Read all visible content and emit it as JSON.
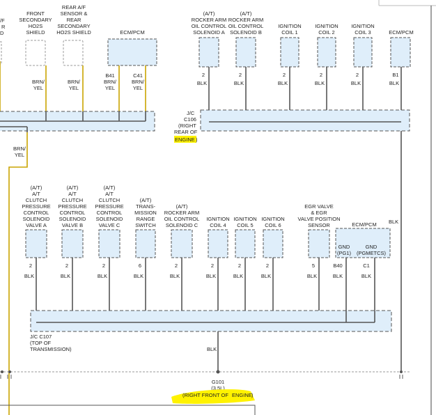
{
  "top_left": {
    "partial_labels": [
      "/F",
      "R",
      "D"
    ],
    "front_sensor": [
      "FRONT",
      "SECONDARY",
      "HO2S",
      "SHIELD"
    ],
    "rear_sensor": [
      "REAR A/F",
      "SENSOR &",
      "REAR",
      "SECONDARY",
      "HO2S SHIELD"
    ],
    "ecm_title": "ECM/PCM",
    "wires": {
      "front_color": [
        "BRN/",
        "YEL"
      ],
      "rear_color": [
        "BRN/",
        "YEL"
      ],
      "b41_pin": "B41",
      "b41_color": [
        "BRN/",
        "YEL"
      ],
      "c41_pin": "C41",
      "c41_color": [
        "BRN/",
        "YEL"
      ],
      "down_color": [
        "BRN/",
        "YEL"
      ]
    }
  },
  "jc106": {
    "label": [
      "J/C",
      "C106",
      "(RIGHT",
      "REAR OF"
    ],
    "engine_word": "ENGINE",
    "engine_close": ")"
  },
  "top_right": {
    "components": [
      {
        "name": [
          "(A/T)",
          "ROCKER ARM",
          "OIL CONTROL",
          "SOLENOID A"
        ],
        "pin": "2",
        "color": "BLK"
      },
      {
        "name": [
          "(A/T)",
          "ROCKER ARM",
          "OIL CONTROL",
          "SOLENOID B"
        ],
        "pin": "2",
        "color": "BLK"
      },
      {
        "name": [
          "IGNITION",
          "COIL 1"
        ],
        "pin": "2",
        "color": "BLK"
      },
      {
        "name": [
          "IGNITION",
          "COIL 2"
        ],
        "pin": "2",
        "color": "BLK"
      },
      {
        "name": [
          "IGNITION",
          "COIL 3"
        ],
        "pin": "2",
        "color": "BLK"
      },
      {
        "name": [
          "ECM/PCM"
        ],
        "pin": "B1",
        "color": "BLK"
      }
    ]
  },
  "right_wire_color": "BLK",
  "bottom": {
    "components": [
      {
        "name": [
          "(A/T)",
          "A/T",
          "CLUTCH",
          "PRESSURE",
          "CONTROL",
          "SOLENOID",
          "VALVE A"
        ],
        "pin": "2",
        "color": "BLK"
      },
      {
        "name": [
          "(A/T)",
          "A/T",
          "CLUTCH",
          "PRESSURE",
          "CONTROL",
          "SOLENOID",
          "VALVE B"
        ],
        "pin": "2",
        "color": "BLK"
      },
      {
        "name": [
          "(A/T)",
          "A/T",
          "CLUTCH",
          "PRESSURE",
          "CONTROL",
          "SOLENOID",
          "VALVE C"
        ],
        "pin": "2",
        "color": "BLK"
      },
      {
        "name": [
          "(A/T)",
          "TRANS-",
          "MISSION",
          "RANGE",
          "SWITCH"
        ],
        "pin": "6",
        "color": "BLK"
      },
      {
        "name": [
          "(A/T)",
          "ROCKER ARM",
          "OIL CONTROL",
          "SOLENOID C"
        ],
        "pin": "2",
        "color": "BLK"
      },
      {
        "name": [
          "IGNITION",
          "COIL 4"
        ],
        "pin": "2",
        "color": "BLK"
      },
      {
        "name": [
          "IGNITION",
          "COIL 5"
        ],
        "pin": "2",
        "color": "BLK"
      },
      {
        "name": [
          "IGNITION",
          "COIL 6"
        ],
        "pin": "2",
        "color": "BLK"
      },
      {
        "name": [
          "EGR VALVE",
          "& EGR",
          "VALVE POSITION",
          "SENSOR"
        ],
        "pin": "5",
        "color": "BLK"
      }
    ],
    "ecm": {
      "title": "ECM/PCM",
      "gnd1": [
        "GND",
        "(PG1)"
      ],
      "gnd2": [
        "GND",
        "(PGMETCS)"
      ],
      "pin1": "B40",
      "color1": "BLK",
      "pin2": "C1",
      "color2": "BLK"
    }
  },
  "jc107": {
    "label": [
      "J/C C107",
      "(TOP OF",
      "TRANSMISSION)"
    ],
    "out_color": "BLK"
  },
  "g101": {
    "line1": "G101",
    "line2": "(3.5L)",
    "line3_prefix": "(RIGHT FRONT OF ",
    "engine_word": "ENGINE",
    "close": ")"
  }
}
